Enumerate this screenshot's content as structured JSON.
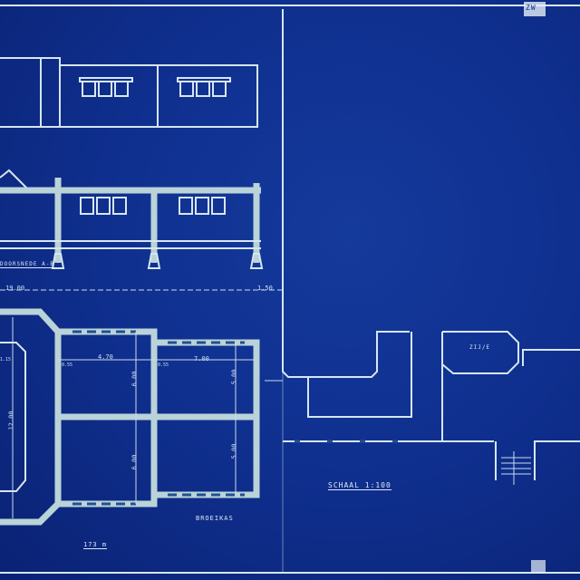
{
  "drawing": {
    "section_label": "DOORSNEDE A-B",
    "scale_label": "SCHAAL 1:100",
    "room_label_greenhouse": "BROEIKAS",
    "room_label_side": "ZIJ/E",
    "area_label": "173 m",
    "corner_mark": "ZW",
    "dimensions": {
      "overall_left": "19.00",
      "overall_right": "1.50",
      "span_1": "4.70",
      "span_2": "7.00",
      "wall_1": "0.55",
      "wall_2": "0.55",
      "height_left": "12.00",
      "depth_1_top": "6.00",
      "depth_1_bottom": "6.00",
      "depth_2_top": "5.00",
      "depth_2_bottom": "5.00",
      "small_left": "1.15"
    }
  },
  "colors": {
    "paper": "#0f2f8e",
    "lines": "#d6e6f0"
  }
}
